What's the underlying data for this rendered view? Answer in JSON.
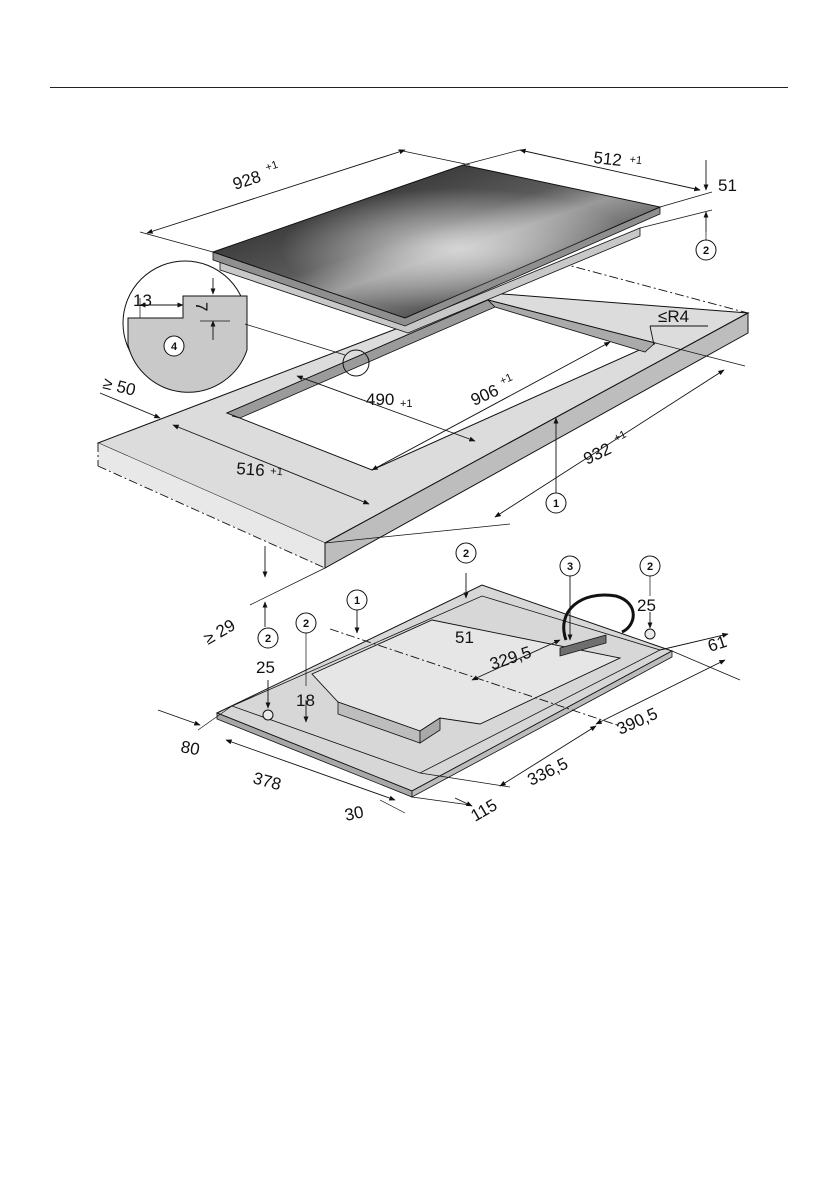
{
  "hob": {
    "length": "928",
    "length_tol": "+1",
    "width": "512",
    "width_tol": "+1",
    "height": "51"
  },
  "cutout": {
    "length": "906",
    "length_tol": "+1",
    "width": "490",
    "width_tol": "+1",
    "rebate_length": "932",
    "rebate_length_tol": "+1",
    "rebate_width": "516",
    "rebate_width_tol": "+1",
    "radius": "≤R4",
    "front_min": "≥ 50",
    "worktop_min": "≥ 29"
  },
  "detail": {
    "step_width": "13",
    "step_depth": "7"
  },
  "underside": {
    "d51": "51",
    "d25_right": "25",
    "d25_left": "25",
    "d18": "18",
    "d329_5": "329,5",
    "d61": "61",
    "d390_5": "390,5",
    "d336_5": "336,5",
    "d115": "115",
    "d30": "30",
    "d378": "378",
    "d80": "80"
  },
  "callouts": {
    "c1": "1",
    "c2": "2",
    "c3": "3",
    "c4": "4"
  }
}
